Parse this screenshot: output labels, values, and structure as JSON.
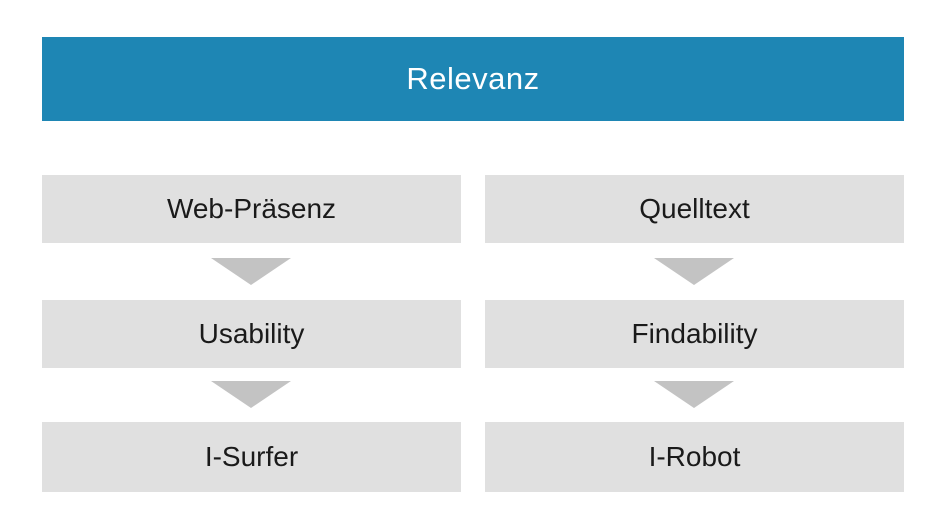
{
  "diagram": {
    "title": "Relevanz",
    "columns": [
      {
        "id": "web-praesenz-flow",
        "steps": [
          "Web-Präsenz",
          "Usability",
          "I-Surfer"
        ]
      },
      {
        "id": "quelltext-flow",
        "steps": [
          "Quelltext",
          "Findability",
          "I-Robot"
        ]
      }
    ],
    "colors": {
      "background": "#ffffff",
      "banner_bg": "#1e86b4",
      "banner_text": "#ffffff",
      "box_bg": "#e0e0e0",
      "box_text": "#1a1a1a",
      "arrow": "#c3c3c3"
    }
  }
}
